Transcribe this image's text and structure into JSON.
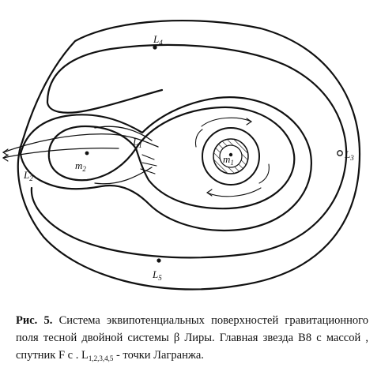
{
  "figure": {
    "labels": {
      "L1": "L",
      "L1_sub": "1",
      "L2": "L",
      "L2_sub": "2",
      "L3": "L",
      "L3_sub": "3",
      "L4": "L",
      "L4_sub": "4",
      "L5": "L",
      "L5_sub": "5",
      "m1": "m",
      "m1_sub": "1",
      "m2": "m",
      "m2_sub": "2"
    }
  },
  "caption": {
    "label": "Рис.   5.",
    "text_part1": "Система эквипотенциальных поверхностей гравитационного поля тесной двойной системы β Лиры. Главная звезда B8 с массой , спутник F с . L",
    "sub": "1,2,3,4,5",
    "text_part2": " - точки Лагранжа."
  }
}
